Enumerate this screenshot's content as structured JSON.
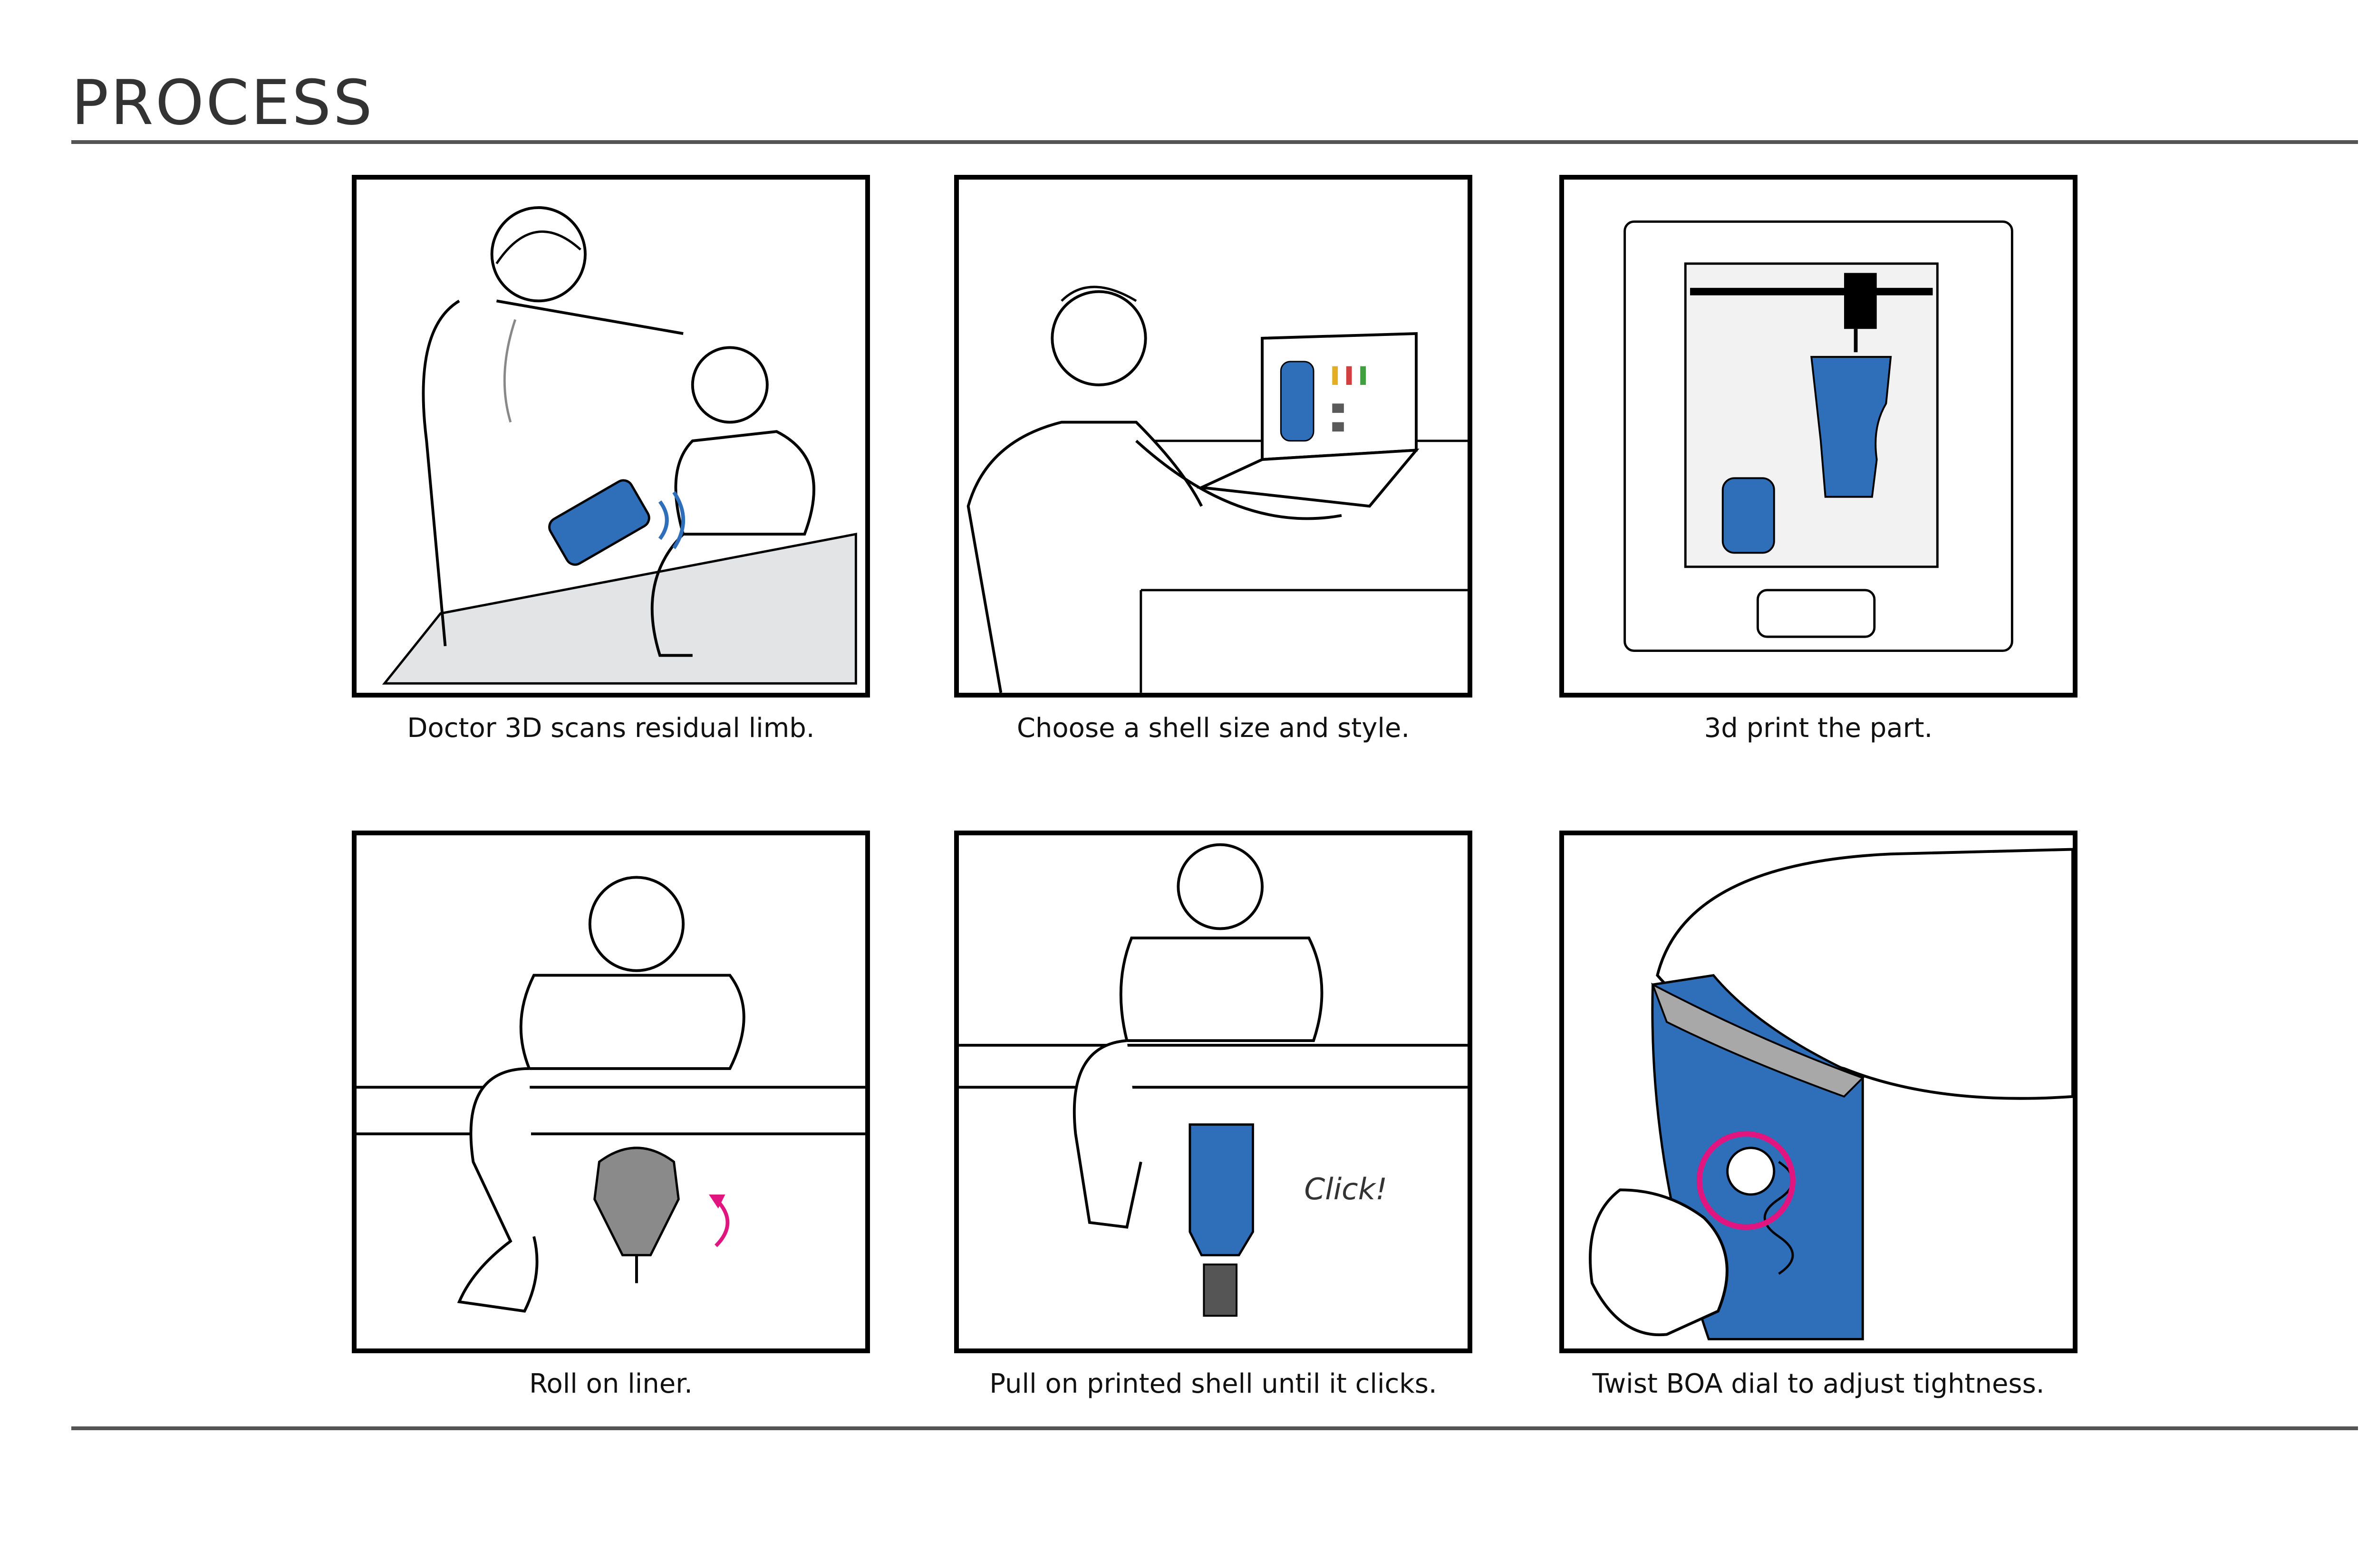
{
  "header": {
    "title": "PROCESS"
  },
  "steps": [
    {
      "caption": "Doctor 3D scans residual limb."
    },
    {
      "caption": "Choose a shell size and style."
    },
    {
      "caption": "3d print the part."
    },
    {
      "caption": "Roll on liner."
    },
    {
      "caption": "Pull on printed shell until it clicks."
    },
    {
      "caption": "Twist BOA dial to adjust tightness."
    }
  ],
  "panel5": {
    "sound_label": "Click!"
  },
  "colors": {
    "accent_blue": "#2f6fba",
    "highlight_pink": "#e0157f",
    "line": "#000000",
    "liner_gray": "#8a8a8a"
  }
}
